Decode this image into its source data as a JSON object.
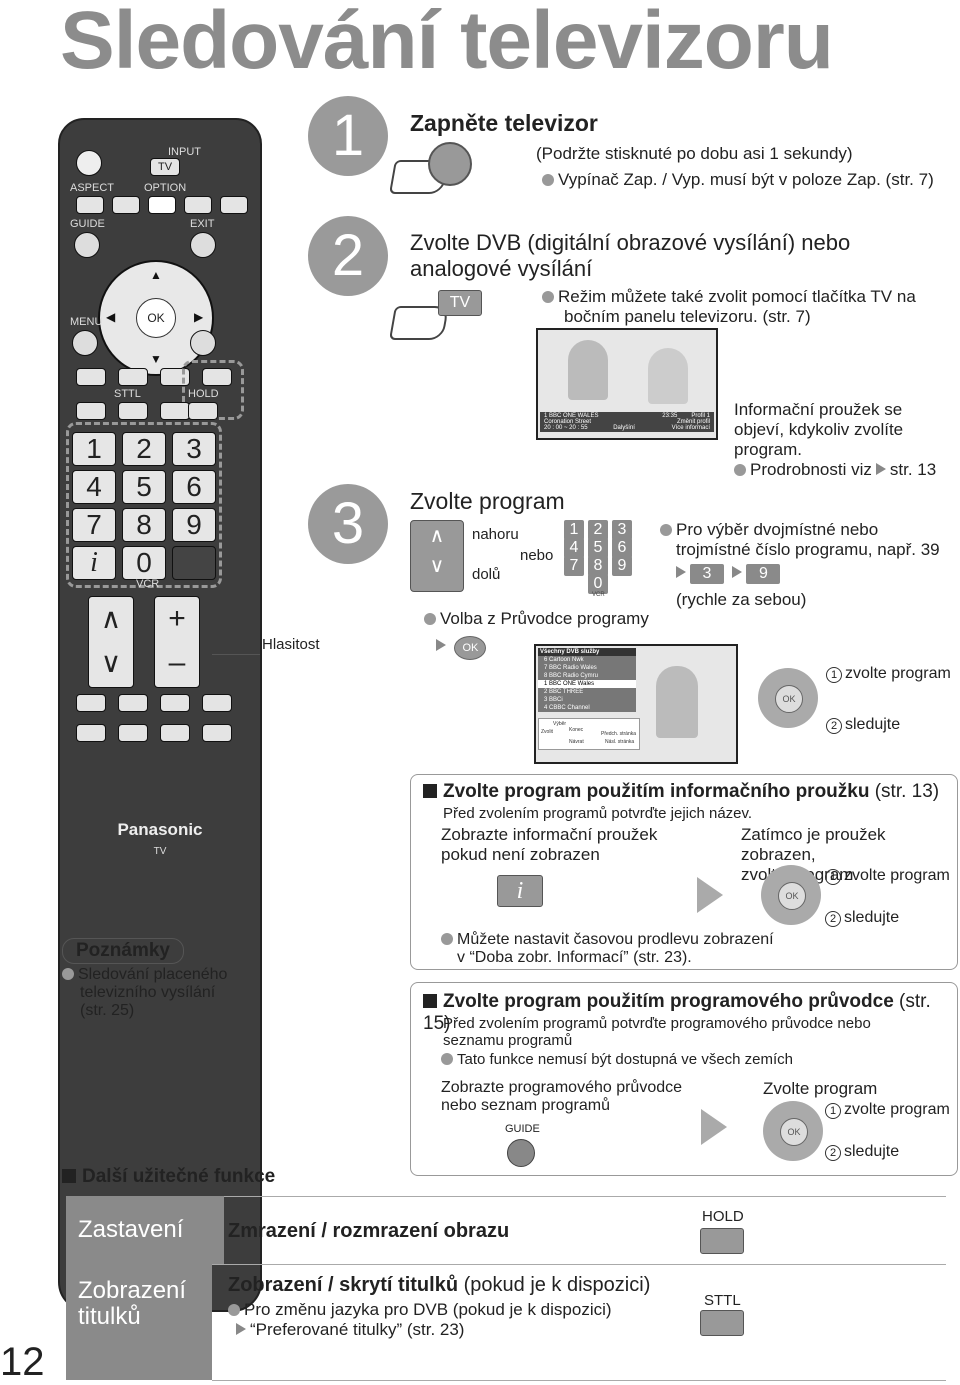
{
  "title": "Sledování televizoru",
  "page_number": "12",
  "remote": {
    "input": "INPUT",
    "tv": "TV",
    "aspect": "ASPECT",
    "option": "OPTION",
    "guide": "GUIDE",
    "exit": "EXIT",
    "menu": "MENU",
    "ok": "OK",
    "sttl": "STTL",
    "hold": "HOLD",
    "keys": [
      "1",
      "2",
      "3",
      "4",
      "5",
      "6",
      "7",
      "8",
      "9",
      "i",
      "0"
    ],
    "vcr": "VCR",
    "ch_up": "∧",
    "ch_down": "∨",
    "vol_up": "+",
    "vol_down": "–",
    "brand": "Panasonic",
    "brand_sub": "TV"
  },
  "hlasitost": "Hlasitost",
  "step1": {
    "num": "1",
    "heading": "Zapněte televizor",
    "note1": "(Podržte stisknuté po dobu asi 1 sekundy)",
    "note2": "Vypínač Zap. / Vyp. musí být v poloze Zap. (str. 7)"
  },
  "step2": {
    "num": "2",
    "heading1": "Zvolte DVB (digitální obrazové vysílání) nebo",
    "heading2": "analogové vysílání",
    "key": "TV",
    "note1": "Režim můžete také zvolit pomocí tlačítka TV na",
    "note2": "bočním panelu televizoru. (str. 7)"
  },
  "step3": {
    "num": "3",
    "heading": "Zvolte program",
    "up": "nahoru",
    "or": "nebo",
    "down": "dolů",
    "vcr": "VCR",
    "numkeys": [
      "1",
      "2",
      "3",
      "4",
      "5",
      "6",
      "7",
      "8",
      "9",
      "0"
    ],
    "guide_note": "Volba z Průvodce programy",
    "ok": "OK",
    "info1": "Informační proužek se",
    "info2": "objeví, kdykoliv zvolíte",
    "info3": "program.",
    "info4": "Prodrobnosti viz",
    "info5": "str. 13",
    "pick1": "Pro výběr dvojmístné nebo",
    "pick2": "trojmístné číslo programu, např. 39",
    "d1": "3",
    "d2": "9",
    "fast": "(rychle za sebou)",
    "select": "zvolte program",
    "watch": "sledujte",
    "tv_bar": {
      "channel": "1 BBC ONE WALES",
      "show": "Coronation Street",
      "time_range": "20 : 00 ~ 20 : 55",
      "clock": "23:35",
      "profile": "Profil 1",
      "change_profile": "Změnit profil",
      "more_info": "Více informací",
      "next": "Dalyšíní"
    },
    "guide_list": {
      "title": "Všechny DVB služby",
      "items": [
        "6   Cartoon Nwk",
        "7   BBC Radio Wales",
        "8   BBC Radio Cymru",
        "1   BBC ONE Wales",
        "2   BBC THREE",
        "3   BBCi",
        "4   CBBC Channel"
      ],
      "select_lbl": "Výběr",
      "choose_lbl": "Zvolit",
      "end_lbl": "Konec",
      "back_lbl": "Návrat",
      "prev_page": "Předch. stránka",
      "next_page": "Násl. stránka"
    }
  },
  "infobar_box": {
    "heading": "Zvolte program použitím informačního proužku",
    "ref": " (str. 13)",
    "sub": "Před zvolením programů potvrďte jejich název.",
    "left1": "Zobrazte informační proužek",
    "left2": "pokud není zobrazen",
    "right1": "Zatímco je proužek zobrazen,",
    "right2": "zvolte program",
    "select": "zvolte program",
    "watch": "sledujte",
    "key_i": "i",
    "ok": "OK",
    "note1": "Můžete nastavit časovou prodlevu zobrazení",
    "note2": "v “Doba zobr. Informací” (str. 23)."
  },
  "guide_box": {
    "heading": "Zvolte program použitím programového průvodce",
    "ref": " (str. 15)",
    "sub1": "Před zvolením programů potvrďte programového průvodce nebo",
    "sub2": "seznamu programů",
    "note": "Tato funkce nemusí být dostupná ve všech zemích",
    "left1": "Zobrazte programového průvodce",
    "left2": "nebo seznam programů",
    "guide": "GUIDE",
    "right1": "Zvolte program",
    "select": "zvolte program",
    "watch": "sledujte",
    "ok": "OK"
  },
  "notes": {
    "title": "Poznámky",
    "l1": "Sledování placeného",
    "l2": "televizního vysílání",
    "l3": "(str. 25)"
  },
  "more": {
    "heading": "Další užitečné funkce",
    "row1_label": "Zastavení",
    "row1_text": "Zmrazení / rozmrazení obrazu",
    "row1_key": "HOLD",
    "row2_label1": "Zobrazení",
    "row2_label2": "titulků",
    "row2_text_bold": "Zobrazení / skrytí titulků",
    "row2_text_rest": " (pokud je k dispozici)",
    "row2_note1": "Pro změnu jazyka pro DVB (pokud je k dispozici)",
    "row2_note2": "“Preferované titulky” (str. 23)",
    "row2_key": "STTL"
  }
}
